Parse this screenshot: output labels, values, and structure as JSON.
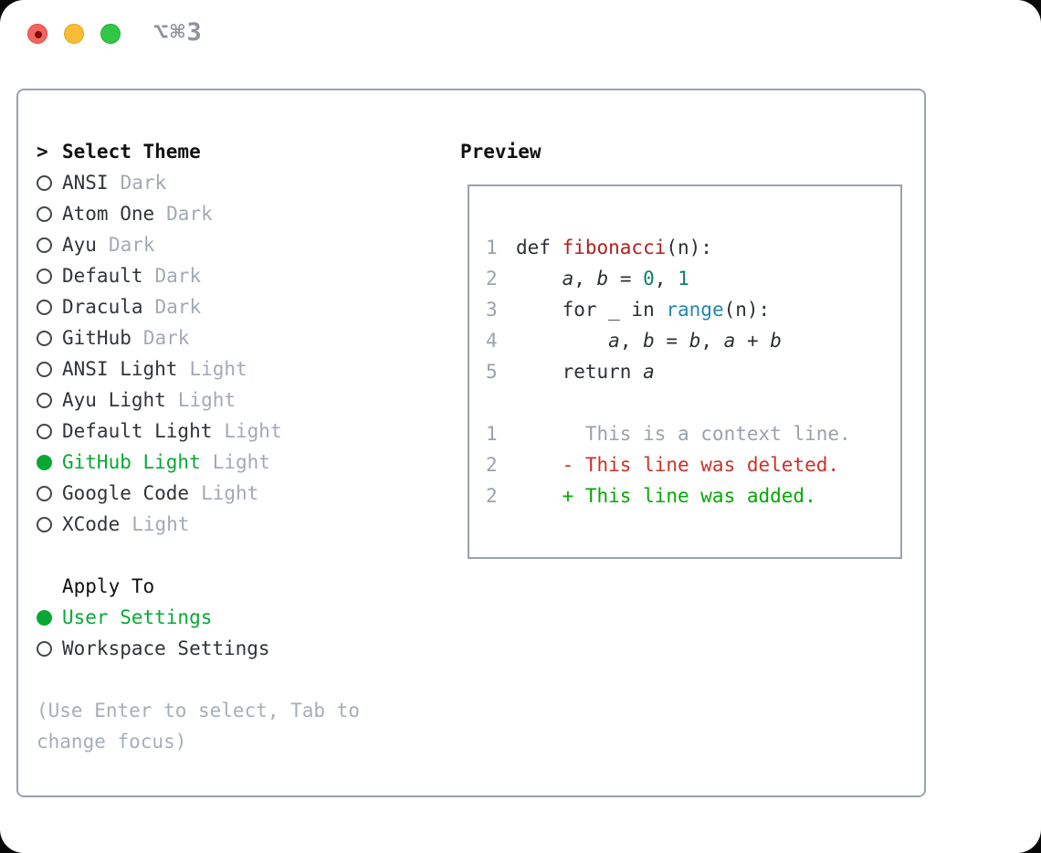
{
  "window": {
    "shortcut_label": "⌥⌘3",
    "traffic_lights": [
      "close",
      "minimize",
      "zoom"
    ]
  },
  "theme_picker": {
    "prompt": ">",
    "title": "Select Theme",
    "themes": [
      {
        "name": "ANSI",
        "tag": "Dark",
        "selected": false
      },
      {
        "name": "Atom One",
        "tag": "Dark",
        "selected": false
      },
      {
        "name": "Ayu",
        "tag": "Dark",
        "selected": false
      },
      {
        "name": "Default",
        "tag": "Dark",
        "selected": false
      },
      {
        "name": "Dracula",
        "tag": "Dark",
        "selected": false
      },
      {
        "name": "GitHub",
        "tag": "Dark",
        "selected": false
      },
      {
        "name": "ANSI Light",
        "tag": "Light",
        "selected": false
      },
      {
        "name": "Ayu Light",
        "tag": "Light",
        "selected": false
      },
      {
        "name": "Default Light",
        "tag": "Light",
        "selected": false
      },
      {
        "name": "GitHub Light",
        "tag": "Light",
        "selected": true
      },
      {
        "name": "Google Code",
        "tag": "Light",
        "selected": false
      },
      {
        "name": "XCode",
        "tag": "Light",
        "selected": false
      }
    ],
    "apply_to": {
      "title": "Apply To",
      "options": [
        {
          "name": "User Settings",
          "selected": true
        },
        {
          "name": "Workspace Settings",
          "selected": false
        }
      ]
    },
    "hint": "(Use Enter to select, Tab to change focus)"
  },
  "preview": {
    "title": "Preview",
    "code_lines": [
      {
        "num": "1",
        "segments": [
          {
            "t": "def ",
            "s": "code"
          },
          {
            "t": "fibonacci",
            "s": "function"
          },
          {
            "t": "(n):",
            "s": "code"
          }
        ]
      },
      {
        "num": "2",
        "segments": [
          {
            "t": "    ",
            "s": "code"
          },
          {
            "t": "a",
            "s": "variable"
          },
          {
            "t": ", ",
            "s": "code"
          },
          {
            "t": "b",
            "s": "variable"
          },
          {
            "t": " = ",
            "s": "code"
          },
          {
            "t": "0",
            "s": "number"
          },
          {
            "t": ", ",
            "s": "code"
          },
          {
            "t": "1",
            "s": "number"
          }
        ]
      },
      {
        "num": "3",
        "segments": [
          {
            "t": "    for _ in ",
            "s": "code"
          },
          {
            "t": "range",
            "s": "builtin"
          },
          {
            "t": "(n):",
            "s": "code"
          }
        ]
      },
      {
        "num": "4",
        "segments": [
          {
            "t": "        ",
            "s": "code"
          },
          {
            "t": "a",
            "s": "variable"
          },
          {
            "t": ", ",
            "s": "code"
          },
          {
            "t": "b",
            "s": "variable"
          },
          {
            "t": " = ",
            "s": "code"
          },
          {
            "t": "b",
            "s": "variable"
          },
          {
            "t": ", ",
            "s": "code"
          },
          {
            "t": "a",
            "s": "variable"
          },
          {
            "t": " + ",
            "s": "code"
          },
          {
            "t": "b",
            "s": "variable"
          }
        ]
      },
      {
        "num": "5",
        "segments": [
          {
            "t": "    return ",
            "s": "code"
          },
          {
            "t": "a",
            "s": "variable"
          }
        ]
      },
      {
        "num": "",
        "segments": []
      },
      {
        "num": "1",
        "segments": [
          {
            "t": "      This is a context line.",
            "s": "context"
          }
        ]
      },
      {
        "num": "2",
        "segments": [
          {
            "t": "    - This line was deleted.",
            "s": "deleted"
          }
        ]
      },
      {
        "num": "2",
        "segments": [
          {
            "t": "    + This line was added.",
            "s": "added"
          }
        ]
      }
    ]
  },
  "colors": {
    "accent_green": "#09a835",
    "muted_gray": "#a2aab4",
    "panel_border": "#9aa3ad",
    "function_red": "#b0201f",
    "number_teal": "#0e7d6e",
    "builtin_blue": "#2088b2",
    "deleted_red": "#cb322a",
    "added_green": "#04a904",
    "line_number_gray": "#9aa2ab",
    "traffic_red": "#f4645f",
    "traffic_yellow": "#f9bd35",
    "traffic_green": "#32c846"
  }
}
